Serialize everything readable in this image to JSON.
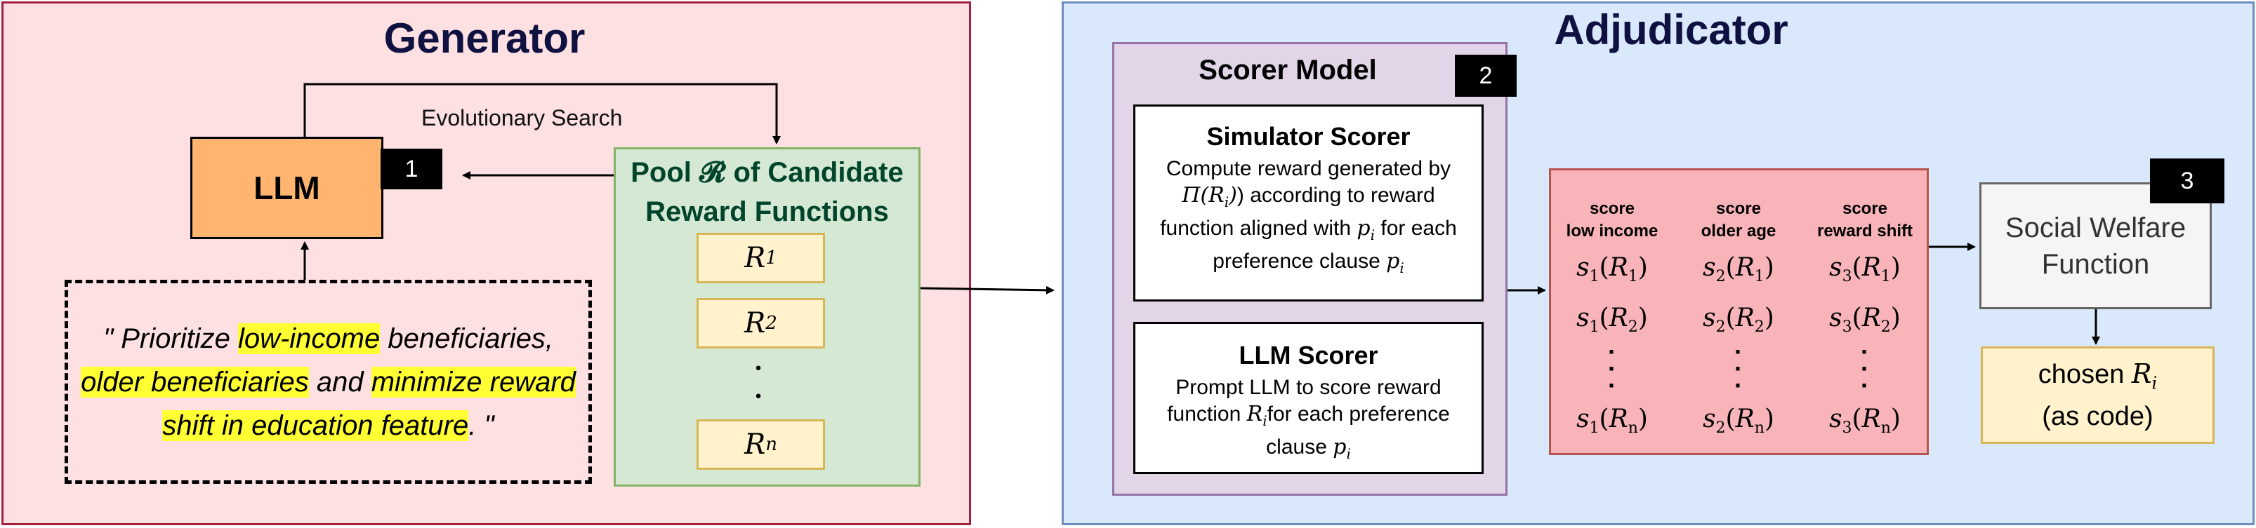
{
  "generator": {
    "title": "Generator",
    "llm_label": "LLM",
    "badge": "1",
    "evolutionary_label": "Evolutionary Search",
    "pool_title_line1": "Pool 𝓡 of Candidate",
    "pool_title_line2": "Reward Functions",
    "reward_functions": [
      "R1",
      "R2",
      "Rn"
    ],
    "preference_text": {
      "open_quote": "\" Prioritize ",
      "hl1": "low-income",
      "mid1": " beneficiaries,",
      "hl2": "older beneficiaries",
      "mid2": " and ",
      "hl3": "minimize reward",
      "hl4": "shift in education feature",
      "close": ". \""
    }
  },
  "adjudicator": {
    "title": "Adjudicator",
    "scorer_model_title": "Scorer Model",
    "badge2": "2",
    "simulator_scorer": {
      "title": "Simulator Scorer",
      "line1": "Compute reward generated by",
      "line2a": "Π(R",
      "line2b": ") according to reward",
      "line3a": "function aligned with ",
      "line3b": " for each",
      "line4a": "preference clause "
    },
    "llm_scorer": {
      "title": "LLM Scorer",
      "line1": "Prompt LLM to score reward",
      "line2a": "function ",
      "line2b": "for each preference",
      "line3a": "clause "
    },
    "score_columns": [
      {
        "line1": "score",
        "line2": "low income",
        "prefix": "s1"
      },
      {
        "line1": "score",
        "line2": "older age",
        "prefix": "s2"
      },
      {
        "line1": "score",
        "line2": "reward shift",
        "prefix": "s3"
      }
    ],
    "badge3": "3",
    "swf_line1": "Social Welfare",
    "swf_line2": "Function",
    "chosen_line1": "chosen ",
    "chosen_line2": "(as code)"
  }
}
